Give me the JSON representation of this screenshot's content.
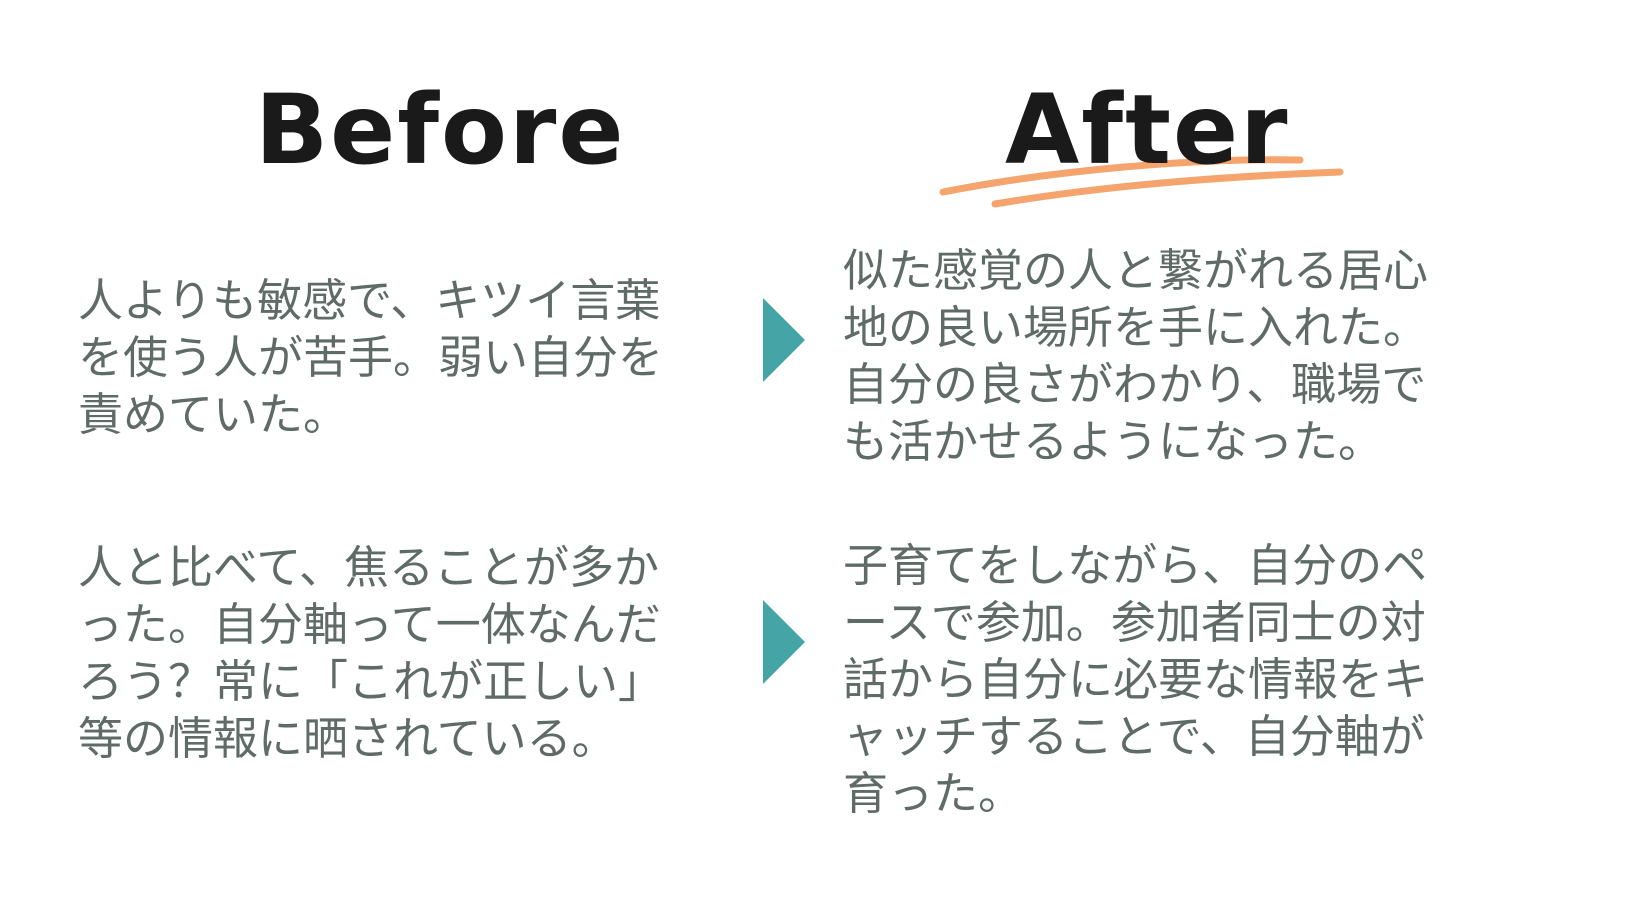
{
  "headings": {
    "before": "Before",
    "after": "After"
  },
  "colors": {
    "text": "#5f6b67",
    "arrow": "#45a5a6",
    "highlight": "#f4a46c",
    "title": "#1a1a1a"
  },
  "rows": [
    {
      "before": [
        "人よりも敏感で、キツイ言葉",
        "を使う人が苦手。弱い自分を",
        "責めていた。"
      ],
      "after": [
        "似た感覚の人と繋がれる居心",
        "地の良い場所を手に入れた。",
        "自分の良さがわかり、職場で",
        "も活かせるようになった。"
      ]
    },
    {
      "before": [
        "人と比べて、焦ることが多か",
        "った。自分軸って一体なんだ",
        "ろう？常に「これが正しい」",
        "等の情報に晒されている。"
      ],
      "after": [
        "子育てをしながら、自分のペ",
        "ースで参加。参加者同士の対",
        "話から自分に必要な情報をキ",
        "ャッチすることで、自分軸が",
        "育った。"
      ]
    }
  ]
}
